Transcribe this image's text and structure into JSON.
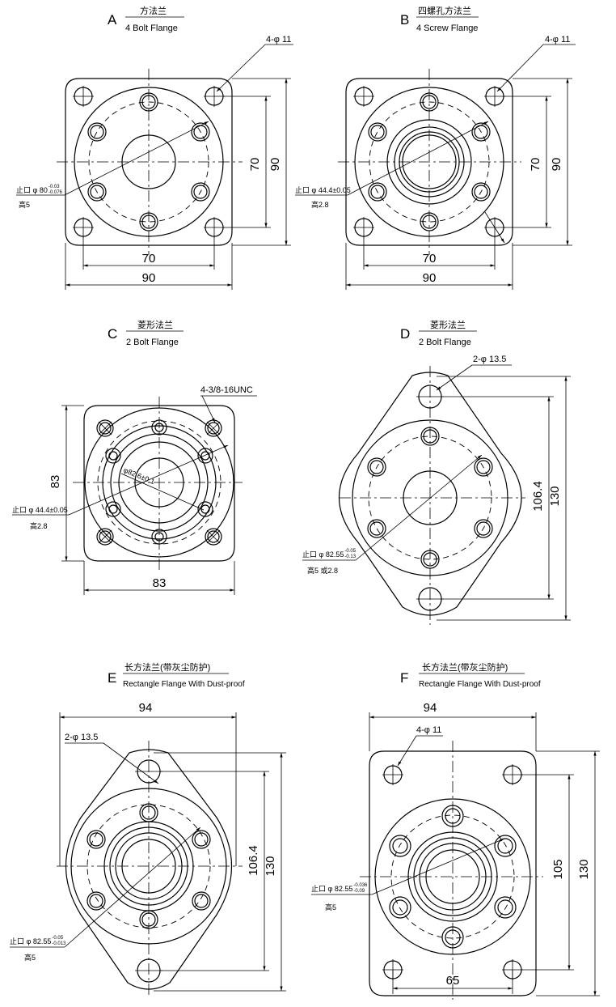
{
  "panels": {
    "A": {
      "letter": "A",
      "title_cn": "方法兰",
      "title_en": "4 Bolt Flange",
      "holes": "4-φ 11",
      "pilot_a": "止口 φ 80",
      "pilot_tol": "-0.03 / -0.076",
      "pilot_b": "高5",
      "dim_h_inner": "70",
      "dim_h_outer": "90",
      "dim_v_inner": "70",
      "dim_v_outer": "90"
    },
    "B": {
      "letter": "B",
      "title_cn": "四螺孔方法兰",
      "title_en": "4 Screw Flange",
      "holes": "4-φ 11",
      "pilot_a": "止口 φ 44.4±0.05",
      "pilot_b": "高2.8",
      "dim_h_inner": "70",
      "dim_h_outer": "90",
      "dim_v_inner": "70",
      "dim_v_outer": "90"
    },
    "C": {
      "letter": "C",
      "title_cn": "菱形法兰",
      "title_en": "2 Bolt Flange",
      "holes": "4-3/8-16UNC",
      "bolt_circle": "φ82.6±0.1",
      "pilot_a": "止口 φ 44.4±0.05",
      "pilot_b": "高2.8",
      "dim_h": "83",
      "dim_v": "83"
    },
    "D": {
      "letter": "D",
      "title_cn": "菱形法兰",
      "title_en": "2 Bolt Flange",
      "holes": "2-φ 13.5",
      "pilot_a": "止口 φ 82.55",
      "pilot_tol": "-0.05 / -0.13",
      "pilot_b": "高5 或2.8",
      "dim_v_inner": "106.4",
      "dim_v_outer": "130"
    },
    "E": {
      "letter": "E",
      "title_cn": "长方法兰(带灰尘防护)",
      "title_en": "Rectangle Flange With Dust-proof",
      "holes": "2-φ 13.5",
      "pilot_a": "止口 φ 82.55",
      "pilot_tol": "-0.05 / -0.013",
      "pilot_b": "高5",
      "dim_h": "94",
      "dim_v_inner": "106.4",
      "dim_v_outer": "130"
    },
    "F": {
      "letter": "F",
      "title_cn": "长方法兰(带灰尘防护)",
      "title_en": "Rectangle Flange With Dust-proof",
      "holes": "4-φ 11",
      "pilot_a": "止口 φ 82.55",
      "pilot_tol": "-0.036 / -0.09",
      "pilot_b": "高5",
      "dim_h": "94",
      "dim_h_bottom": "65",
      "dim_v_inner": "105",
      "dim_v_outer": "130"
    }
  }
}
